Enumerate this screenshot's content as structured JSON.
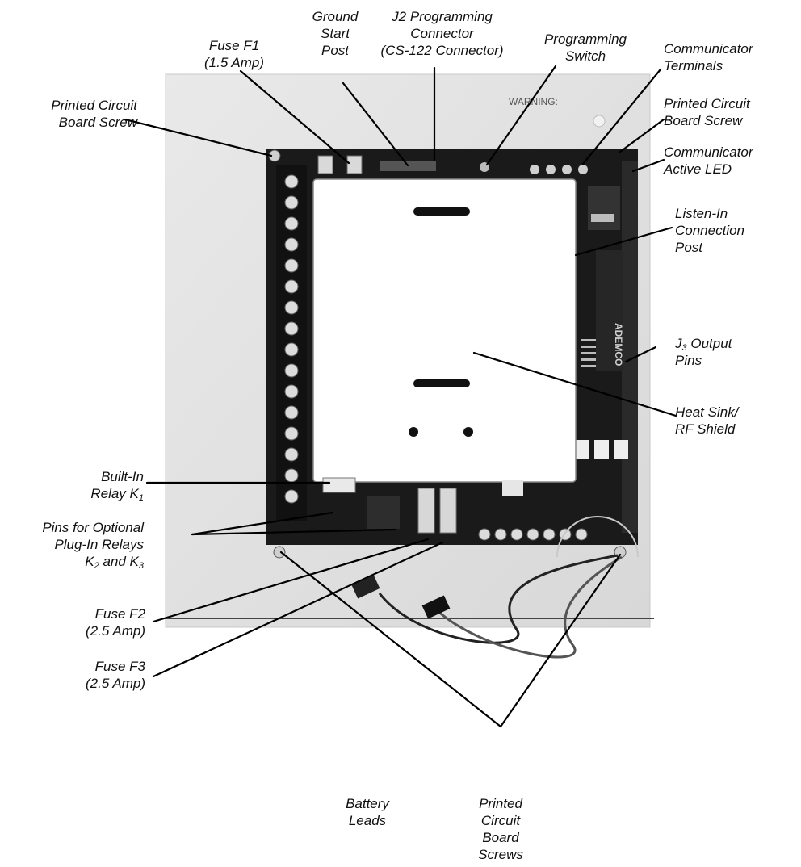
{
  "callouts": {
    "fuse_f1": {
      "line1": "Fuse F1",
      "line2": "(1.5 Amp)"
    },
    "ground_start_post": {
      "line1": "Ground",
      "line2": "Start",
      "line3": "Post"
    },
    "j2_programming_connector": {
      "line1": "J2 Programming",
      "line2": "Connector",
      "line3": "(CS-122 Connector)"
    },
    "programming_switch": {
      "line1": "Programming",
      "line2": "Switch"
    },
    "communicator_terminals": {
      "line1": "Communicator",
      "line2": "Terminals"
    },
    "pcb_screw_top_left": {
      "line1": "Printed Circuit",
      "line2": "Board Screw"
    },
    "pcb_screw_top_right": {
      "line1": "Printed Circuit",
      "line2": "Board Screw"
    },
    "communicator_active_led": {
      "line1": "Communicator",
      "line2": "Active LED"
    },
    "listen_in_connection_post": {
      "line1": "Listen-In",
      "line2": "Connection",
      "line3": "Post"
    },
    "j3_output_pins": {
      "prefix": "J",
      "sub": "3",
      "rest": " Output",
      "line2": "Pins"
    },
    "heat_sink_rf_shield": {
      "line1": "Heat Sink/",
      "line2": "RF Shield"
    },
    "built_in_relay": {
      "line1": "Built-In",
      "line2_prefix": "Relay K",
      "line2_sub": "1"
    },
    "optional_relay_pins": {
      "line1": "Pins for Optional",
      "line2": "Plug-In Relays",
      "line3_k": "K",
      "line3_sub1": "2",
      "line3_and": " and K",
      "line3_sub2": "3"
    },
    "fuse_f2": {
      "line1": "Fuse F2",
      "line2": "(2.5 Amp)"
    },
    "fuse_f3": {
      "line1": "Fuse F3",
      "line2": "(2.5 Amp)"
    },
    "battery_leads": {
      "line1": "Battery",
      "line2": "Leads"
    },
    "pcb_screws_bottom": {
      "line1": "Printed",
      "line2": "Circuit",
      "line3": "Board",
      "line4": "Screws"
    }
  },
  "photo": {
    "warning_text": "WARNING:",
    "board_brand": "ADEMCO"
  }
}
